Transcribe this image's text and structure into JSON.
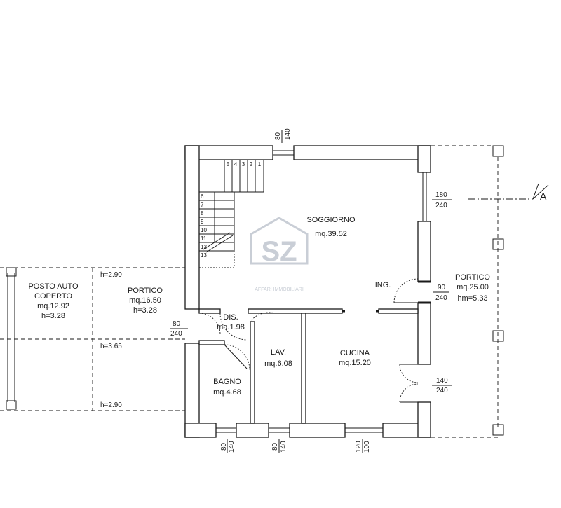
{
  "rooms": {
    "soggiorno": {
      "name": "SOGGIORNO",
      "area": "mq.39.52"
    },
    "ingresso": {
      "name": "ING."
    },
    "portico_right": {
      "name": "PORTICO",
      "area": "mq.25.00",
      "height": "hm=5.33"
    },
    "portico_left": {
      "name": "PORTICO",
      "area": "mq.16.50",
      "height": "h=3.28"
    },
    "posto_auto": {
      "name_line1": "POSTO AUTO",
      "name_line2": "COPERTO",
      "area": "mq.12.92",
      "height": "h=3.28"
    },
    "disimpegno": {
      "name": "DIS.",
      "area": "mq.1.98"
    },
    "lavanderia": {
      "name": "LAV.",
      "area": "mq.6.08"
    },
    "cucina": {
      "name": "CUCINA",
      "area": "mq.15.20"
    },
    "bagno": {
      "name": "BAGNO",
      "area": "mq.4.68"
    }
  },
  "heights": {
    "top": "h=2.90",
    "middle": "h=3.65",
    "bottom": "h=2.90"
  },
  "openings": {
    "top_window": {
      "width": "80",
      "height": "140"
    },
    "right_window": {
      "width": "180",
      "height": "240"
    },
    "entrance_door": {
      "width": "90",
      "height": "240"
    },
    "kitchen_door": {
      "width": "140",
      "height": "240"
    },
    "dis_door": {
      "width": "80",
      "height": "240"
    },
    "bagno_window": {
      "width": "80",
      "height": "140"
    },
    "lav_window": {
      "width": "80",
      "height": "140"
    },
    "cucina_window": {
      "width": "120",
      "height": "100"
    }
  },
  "stairs": [
    "5",
    "4",
    "3",
    "2",
    "1",
    "6",
    "7",
    "8",
    "9",
    "10",
    "11",
    "12",
    "13"
  ],
  "section_marker": "A",
  "watermark": {
    "initials": "SZ",
    "tagline": "AFFARI IMMOBILIARI"
  }
}
